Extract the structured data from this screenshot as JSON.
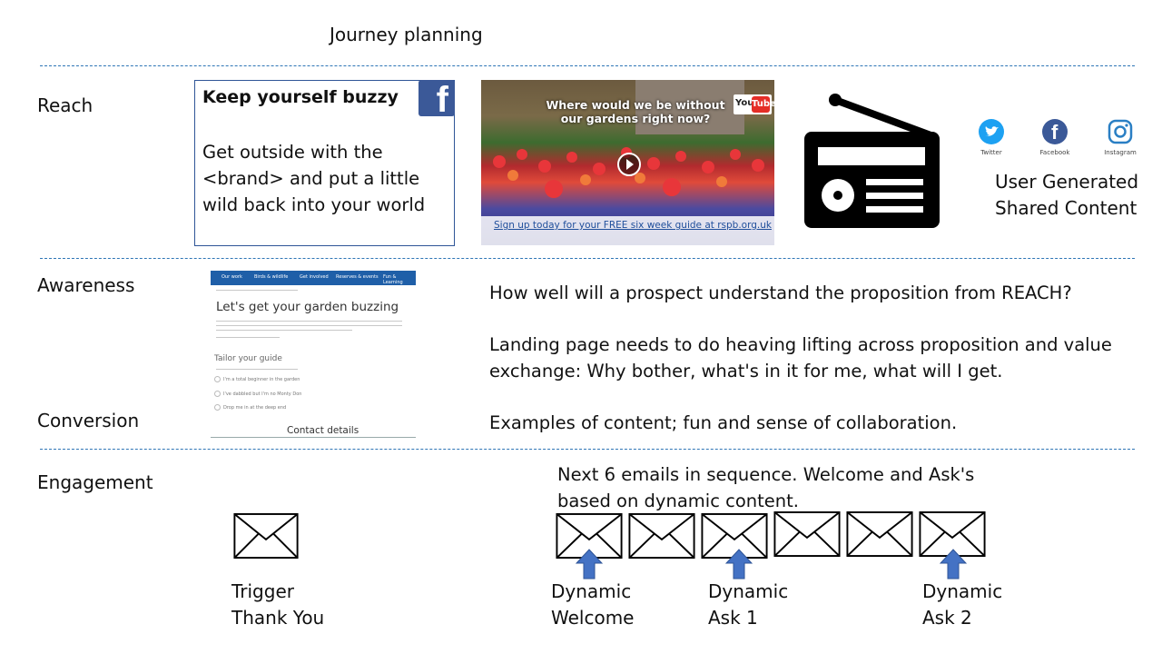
{
  "title": "Journey planning",
  "rows": {
    "reach": "Reach",
    "awareness": "Awareness",
    "conversion": "Conversion",
    "engagement": "Engagement"
  },
  "facebook_post": {
    "headline": "Keep yourself buzzy",
    "body": "Get outside with the <brand> and put a little wild back into your world",
    "icon": "facebook-icon",
    "brand_color": "#3b5998"
  },
  "video": {
    "caption": "Where would we be without our gardens right now?",
    "platform": "YouTube",
    "bar_text": "Sign up today for your FREE six week guide at rspb.org.uk"
  },
  "radio": {
    "icon": "radio-icon"
  },
  "social": {
    "items": [
      {
        "name": "Twitter",
        "icon": "twitter-icon",
        "color": "#1da1f2"
      },
      {
        "name": "Facebook",
        "icon": "facebook-icon",
        "color": "#3b5998"
      },
      {
        "name": "Instagram",
        "icon": "instagram-icon",
        "color": "#2a7fc4"
      }
    ],
    "label_line1": "User Generated",
    "label_line2": "Shared Content"
  },
  "landing_page": {
    "nav": [
      "Our work",
      "Birds & wildlife",
      "Get involved",
      "Reserves & events",
      "Fun & Learning"
    ],
    "heading": "Let's get your garden buzzing",
    "subheading": "Tailor your guide",
    "options": [
      "I'm a total beginner in the garden",
      "I've dabbled but I'm no Monty Don",
      "Drop me in at the deep end"
    ],
    "contact": "Contact details"
  },
  "awareness_text": {
    "q1": "How well will a prospect understand the proposition from REACH?",
    "p2": "Landing page needs to do heaving lifting across proposition and value exchange: Why bother, what's in it for me, what will I get.",
    "p3": "Examples of content; fun and sense of collaboration."
  },
  "engagement": {
    "sequence_text_line1": "Next 6 emails in sequence. Welcome and Ask's",
    "sequence_text_line2": "based on dynamic content.",
    "trigger_line1": "Trigger",
    "trigger_line2": "Thank You",
    "dynamic_labels": [
      {
        "line1": "Dynamic",
        "line2": "Welcome"
      },
      {
        "line1": "Dynamic",
        "line2": "Ask 1"
      },
      {
        "line1": "Dynamic",
        "line2": "Ask 2"
      }
    ],
    "arrow_color": "#4472c4"
  }
}
